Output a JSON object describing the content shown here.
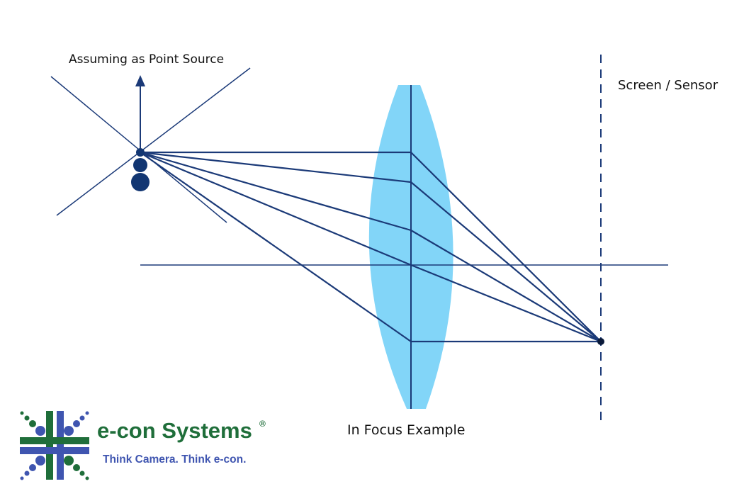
{
  "labels": {
    "point_source": "Assuming as Point Source",
    "sensor": "Screen / Sensor",
    "caption": "In Focus Example"
  },
  "logo": {
    "name": "e-con Systems",
    "registered": "®",
    "tagline": "Think Camera. Think e-con."
  },
  "colors": {
    "ray": "#1b3a78",
    "lens": "#82d5f8",
    "logo_green": "#1f6e3a",
    "logo_blue": "#3f55b0"
  }
}
